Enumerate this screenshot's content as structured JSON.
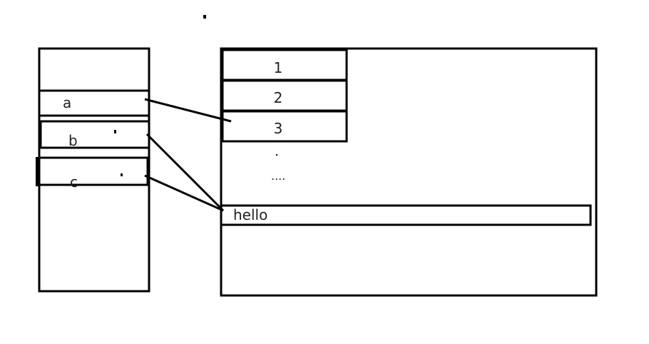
{
  "stack": {
    "variables": [
      "a",
      "b",
      "c"
    ]
  },
  "heap": {
    "cells": [
      "1",
      "2",
      "3"
    ],
    "gap_mark": "....",
    "string_value": "hello"
  },
  "colors": {
    "stroke": "#000000",
    "text": "#222222",
    "background": "#ffffff"
  }
}
